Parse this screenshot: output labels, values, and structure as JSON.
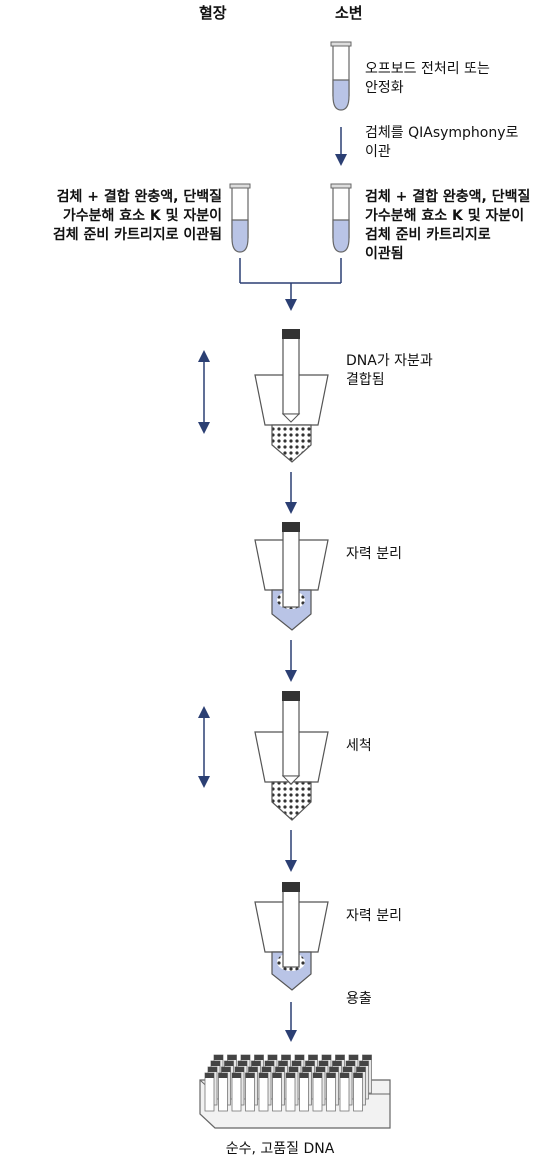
{
  "headers": {
    "plasma": "혈장",
    "urine": "소변"
  },
  "steps": {
    "pretreat": [
      "오프보드 전처리 또는",
      "안정화"
    ],
    "transfer": [
      "검체를 QIAsymphony로",
      "이관"
    ],
    "left_prep": [
      "검체 + 결합 완충액, 단백질",
      "가수분해 효소 K 및 자분이",
      "검체 준비 카트리지로 이관됨"
    ],
    "right_prep": [
      "검체 + 결합 완충액, 단백질",
      "가수분해 효소 K 및 자분이",
      "검체 준비 카트리지로",
      "이관됨"
    ],
    "bind": [
      "DNA가 자분과",
      "결합됨"
    ],
    "magsep1": "자력 분리",
    "wash": "세척",
    "magsep2": "자력 분리",
    "elute": "용출",
    "result": "순수, 고품질 DNA"
  },
  "colors": {
    "arrow": "#2b3f73",
    "liquid": "#b9c4e6",
    "bead": "#333333"
  }
}
